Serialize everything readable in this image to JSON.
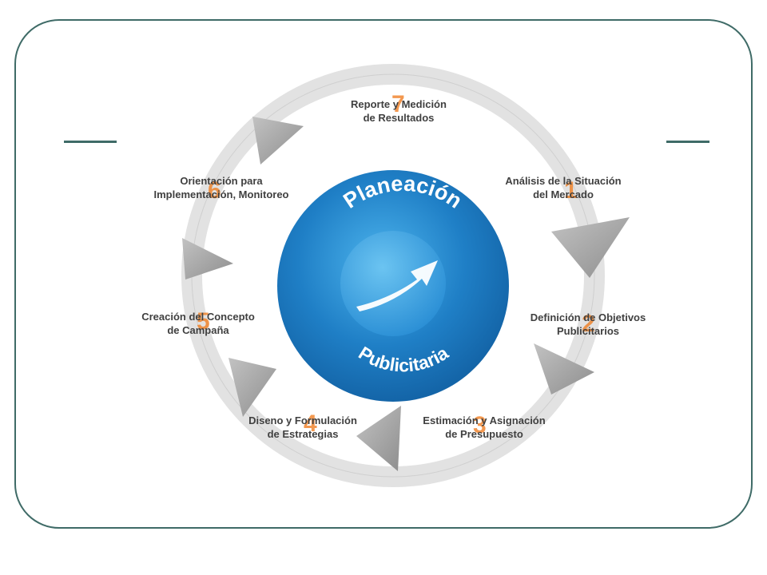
{
  "center": {
    "line1": "Planeación",
    "line2": "Publicitaria"
  },
  "steps": [
    {
      "number": "1",
      "line1": "Análisis de la Situación",
      "line2": "del Mercado"
    },
    {
      "number": "2",
      "line1": "Definición de Objetivos",
      "line2": "Publicitarios"
    },
    {
      "number": "3",
      "line1": "Estimación y Asignación",
      "line2": "de Presupuesto"
    },
    {
      "number": "4",
      "line1": "Diseno y Formulación",
      "line2": "de Estrategias"
    },
    {
      "number": "5",
      "line1": "Creación del Concepto",
      "line2": "de Campaña"
    },
    {
      "number": "6",
      "line1": "Orientación para",
      "line2": "Implementación, Monitoreo"
    },
    {
      "number": "7",
      "line1": "Reporte y Medición",
      "line2": "de Resultados"
    }
  ],
  "colors": {
    "frame": "#3f6b67",
    "ring": "#dcdcdc",
    "arrow": "#a8a8a8",
    "center_blue": "#1f7fc6",
    "number_orange": "#f07c1e"
  },
  "icons": {
    "center_arrow": "arrow-up-right-icon"
  }
}
